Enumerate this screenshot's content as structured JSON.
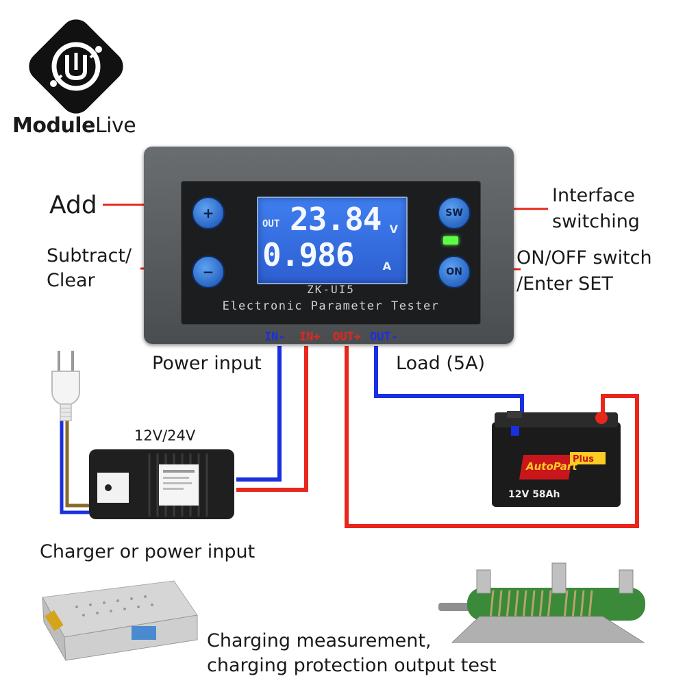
{
  "brand": {
    "name_bold": "Module",
    "name_light": "Live"
  },
  "device": {
    "model": "ZK-UI5",
    "subtitle": "Electronic Parameter Tester",
    "display": {
      "tag": "OUT",
      "voltage": "23.84",
      "voltage_unit": "V",
      "current": "0.986",
      "current_unit": "A"
    },
    "buttons": {
      "plus": "+",
      "minus": "−",
      "sw": "SW",
      "on": "ON"
    }
  },
  "terminals": {
    "in_minus": "IN-",
    "in_plus": "IN+",
    "out_plus": "OUT+",
    "out_minus": "OUT-"
  },
  "callouts": {
    "add": "Add",
    "subtract_line1": "Subtract/",
    "subtract_line2": "Clear",
    "interface_line1": "Interface",
    "interface_line2": "switching",
    "onoff_line1": "ON/OFF switch",
    "onoff_line2": "/Enter SET",
    "power_input": "Power input",
    "load": "Load (5A)",
    "voltage_rating": "12V/24V",
    "charger": "Charger or power input",
    "charging_line1": "Charging measurement,",
    "charging_line2": "charging protection output test"
  },
  "battery": {
    "brand_left": "AutoPart",
    "brand_right": "Plus",
    "spec": "12V 58Ah"
  },
  "colors": {
    "positive_wire": "#e8261c",
    "negative_wire": "#1a2fe0",
    "arrow": "#e8261c",
    "lcd": "#3a74e8",
    "device_body": "#55585b"
  }
}
